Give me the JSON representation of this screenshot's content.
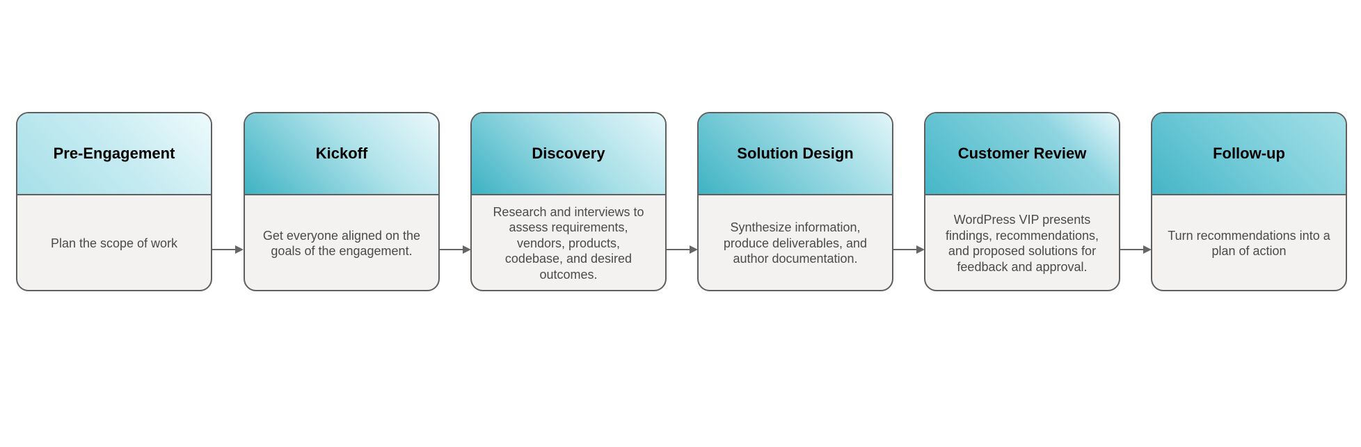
{
  "stages": [
    {
      "title": "Pre-Engagement",
      "description": "Plan the scope of work"
    },
    {
      "title": "Kickoff",
      "description": "Get everyone aligned on the goals of the engagement."
    },
    {
      "title": "Discovery",
      "description": "Research and interviews to assess requirements, vendors, products, codebase, and desired outcomes."
    },
    {
      "title": "Solution Design",
      "description": "Synthesize information, produce deliverables, and author documentation."
    },
    {
      "title": "Customer Review",
      "description": "WordPress VIP presents findings, recommendations, and proposed solutions for feedback and approval."
    },
    {
      "title": "Follow-up",
      "description": "Turn recommendations into a plan of action"
    }
  ],
  "colors": {
    "border": "#5f5f5f",
    "body_background": "#f3f2f0",
    "accent_teal": "#3fb3c4",
    "arrow": "#666666"
  }
}
